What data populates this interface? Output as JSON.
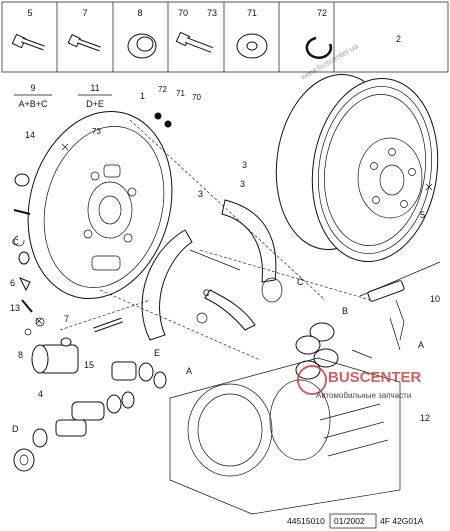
{
  "top_row_labels": [
    "5",
    "7",
    "8",
    "70",
    "73",
    "71",
    "72"
  ],
  "kit_labels": {
    "kit9_number": "9",
    "kit9_formula": "A+B+C",
    "kit11_number": "11",
    "kit11_formula": "D+E"
  },
  "callouts": [
    "1",
    "2",
    "3",
    "3",
    "3",
    "4",
    "5",
    "6",
    "7",
    "8",
    "10",
    "12",
    "13",
    "14",
    "15",
    "72",
    "71",
    "70",
    "73",
    "A",
    "A",
    "B",
    "C",
    "C",
    "C",
    "D",
    "E"
  ],
  "watermark": {
    "brand": "BUSCENTER",
    "tagline": "Автомобильные запчасти",
    "url": "www.buscenter.ua"
  },
  "footer": {
    "ref": "44515010",
    "date": "01/2002",
    "code": "4F 42G01A"
  }
}
